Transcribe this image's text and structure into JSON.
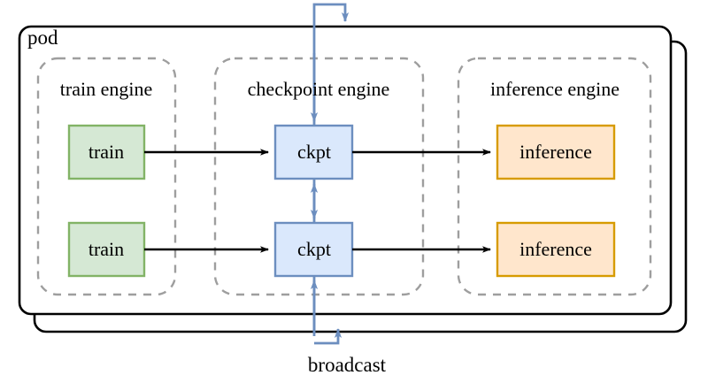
{
  "diagram": {
    "title": "pod",
    "type": "architecture-block-diagram",
    "outer_container": {
      "label": "pod",
      "note": "two stacked rounded rectangles (back copy offset right/down)"
    },
    "groups": [
      {
        "id": "train-engine",
        "label": "train engine"
      },
      {
        "id": "checkpoint-engine",
        "label": "checkpoint engine"
      },
      {
        "id": "inference-engine",
        "label": "inference engine"
      }
    ],
    "nodes": [
      {
        "id": "train-1",
        "label": "train",
        "group": "train-engine",
        "row": 1
      },
      {
        "id": "train-2",
        "label": "train",
        "group": "train-engine",
        "row": 2
      },
      {
        "id": "ckpt-1",
        "label": "ckpt",
        "group": "checkpoint-engine",
        "row": 1
      },
      {
        "id": "ckpt-2",
        "label": "ckpt",
        "group": "checkpoint-engine",
        "row": 2
      },
      {
        "id": "inference-1",
        "label": "inference",
        "group": "inference-engine",
        "row": 1
      },
      {
        "id": "inference-2",
        "label": "inference",
        "group": "inference-engine",
        "row": 2
      }
    ],
    "edges": [
      {
        "from": "train-1",
        "to": "ckpt-1",
        "style": "solid-black",
        "direction": "forward"
      },
      {
        "from": "train-2",
        "to": "ckpt-2",
        "style": "solid-black",
        "direction": "forward"
      },
      {
        "from": "ckpt-1",
        "to": "inference-1",
        "style": "solid-black",
        "direction": "forward"
      },
      {
        "from": "ckpt-2",
        "to": "inference-2",
        "style": "solid-black",
        "direction": "forward"
      },
      {
        "from": "ckpt-1",
        "to": "ckpt-2",
        "style": "solid-blue",
        "direction": "both",
        "label": "broadcast"
      }
    ],
    "broadcast_label": "broadcast",
    "colors": {
      "train_fill": "#d5e8d4",
      "train_stroke": "#82b366",
      "ckpt_fill": "#dae8fc",
      "ckpt_stroke": "#6c8ebf",
      "inference_fill": "#ffe6cc",
      "inference_stroke": "#d79b00",
      "group_stroke": "#9e9e9e",
      "pod_stroke": "#000000",
      "arrow_black": "#000000",
      "arrow_blue": "#6c8ebf",
      "background": "#ffffff"
    }
  }
}
